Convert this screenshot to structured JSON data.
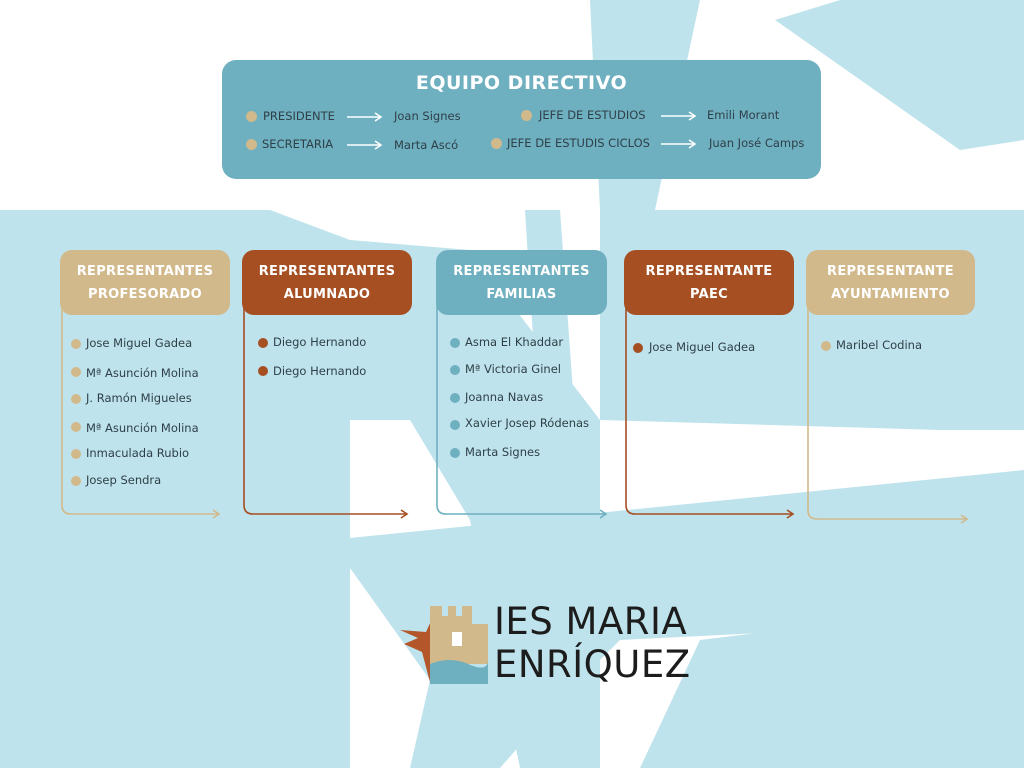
{
  "executive": {
    "title": "EQUIPO DIRECTIVO",
    "roles": [
      {
        "role": "PRESIDENTE",
        "person": "Joan Signes"
      },
      {
        "role": "SECRETARIA",
        "person": "Marta Ascó"
      },
      {
        "role": "JEFE DE ESTUDIOS",
        "person": "Emili Morant"
      },
      {
        "role": "JEFE DE ESTUDIS CICLOS",
        "person": "Juan José Camps"
      }
    ]
  },
  "groups": [
    {
      "title": "REPRESENTANTES\nPROFESORADO",
      "color": "#d2b98b",
      "members": [
        "Jose Miguel Gadea",
        "Mª Asunción Molina",
        "J. Ramón Migueles",
        "Mª Asunción Molina",
        "Inmaculada Rubio",
        "Josep Sendra"
      ]
    },
    {
      "title": "REPRESENTANTES\nALUMNADO",
      "color": "#a54f22",
      "members": [
        "Diego Hernando",
        "Diego Hernando"
      ]
    },
    {
      "title": "REPRESENTANTES\nFAMILIAS",
      "color": "#6fb0c0",
      "members": [
        "Asma El Khaddar",
        "Mª Victoria Ginel",
        "Joanna Navas",
        "Xavier Josep Ródenas",
        "Marta Signes"
      ]
    },
    {
      "title": "REPRESENTANTE\nPAEC",
      "color": "#a54f22",
      "members": [
        "Jose Miguel Gadea"
      ]
    },
    {
      "title": "REPRESENTANTE\nAYUNTAMIENTO",
      "color": "#d2b98b",
      "members": [
        "Maribel Codina"
      ]
    }
  ],
  "logo": {
    "line1": "IES MARIA",
    "line2": "ENRÍQUEZ"
  },
  "colors": {
    "blue": "#6fb0c0",
    "tan": "#d2b98b",
    "rust": "#a54f22",
    "light_blue_bg": "#bfe3ec"
  }
}
